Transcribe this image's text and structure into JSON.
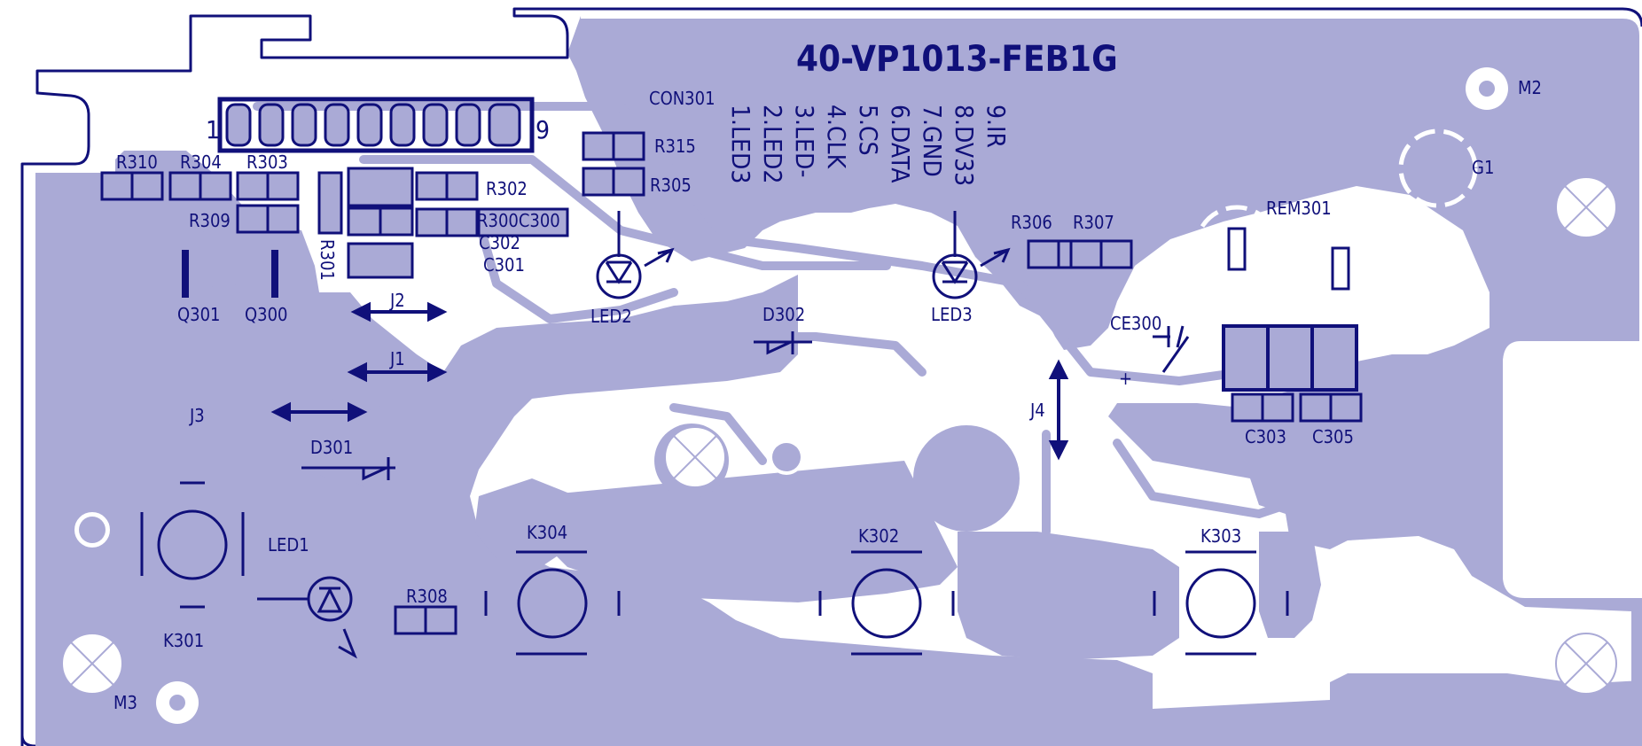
{
  "board_id": "40-VP1013-FEB1G",
  "connector": {
    "ref": "CON301",
    "first_pin": "1",
    "last_pin": "9",
    "pins": [
      "1.LED3",
      "2.LED2",
      "3.LED-",
      "4.CLK",
      "5.CS",
      "6.DATA",
      "7.GND",
      "8.DV33",
      "9.IR"
    ]
  },
  "labels": {
    "R310": "R310",
    "R304": "R304",
    "R303": "R303",
    "R309": "R309",
    "R301": "R301",
    "R302": "R302",
    "R300C300": "R300C300",
    "C302": "C302",
    "C301": "C301",
    "R315": "R315",
    "R305": "R305",
    "Q301": "Q301",
    "Q300": "Q300",
    "J2": "J2",
    "J1": "J1",
    "J3": "J3",
    "J4": "J4",
    "LED2": "LED2",
    "LED3": "LED3",
    "LED1": "LED1",
    "D302": "D302",
    "D301": "D301",
    "R306": "R306",
    "R307": "R307",
    "CE300": "CE300",
    "CE300_plus": "+",
    "REM301": "REM301",
    "C303": "C303",
    "C305": "C305",
    "M2": "M2",
    "M3": "M3",
    "G1": "G1",
    "K301": "K301",
    "K304": "K304",
    "K302": "K302",
    "K303": "K303",
    "R308": "R308"
  },
  "colors": {
    "copper": "#aaaad6",
    "silkscreen": "#10107a",
    "board": "#ffffff"
  }
}
